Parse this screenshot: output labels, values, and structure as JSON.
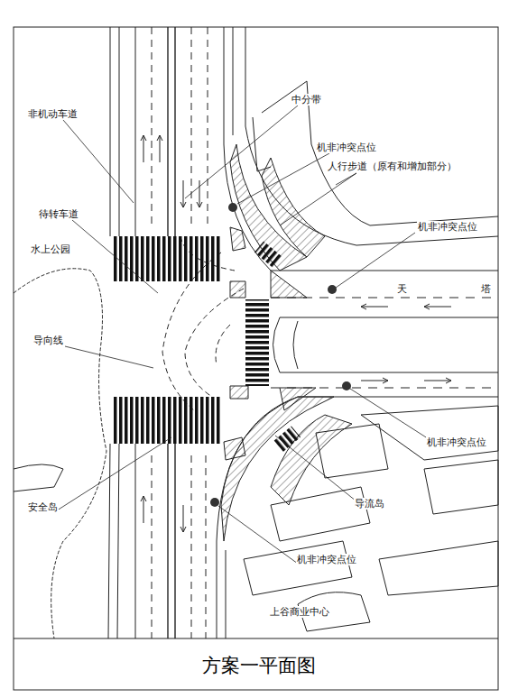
{
  "diagram": {
    "title": "方案一平面图",
    "labels": [
      "非机动车道",
      "中分带",
      "机非冲突点位",
      "人行步道（原有和增加部分）",
      "待转车道",
      "水上公园",
      "机非冲突点位",
      "天",
      "塔",
      "导向线",
      "机非冲突点位",
      "安全岛",
      "导流岛",
      "机非冲突点位",
      "上谷商业中心"
    ]
  }
}
